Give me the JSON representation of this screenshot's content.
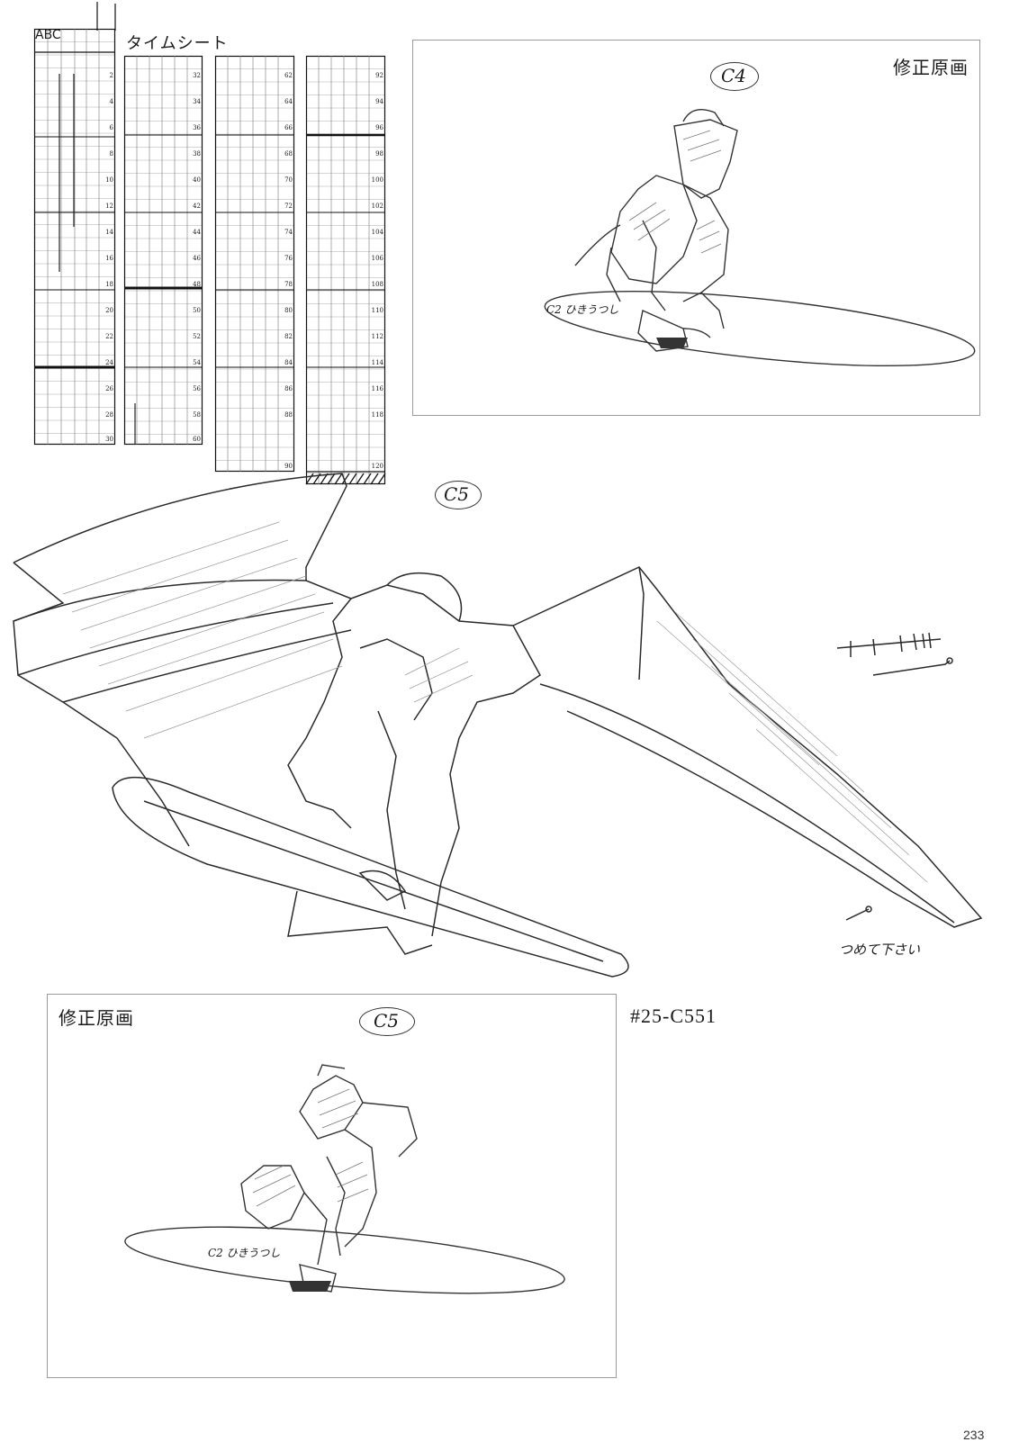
{
  "timesheet": {
    "title": "タイムシート",
    "header": "ABC",
    "column_numbers": [
      [
        "2",
        "4",
        "6",
        "8",
        "10",
        "12",
        "14",
        "16",
        "18",
        "20",
        "22",
        "24",
        "26",
        "28",
        "30"
      ],
      [
        "32",
        "34",
        "36",
        "38",
        "40",
        "42",
        "44",
        "46",
        "48",
        "50",
        "52",
        "54",
        "56",
        "58",
        "60"
      ],
      [
        "62",
        "64",
        "66",
        "68",
        "70",
        "72",
        "74",
        "76",
        "78",
        "80",
        "82",
        "84",
        "86",
        "88",
        "90"
      ],
      [
        "92",
        "94",
        "96",
        "98",
        "100",
        "102",
        "104",
        "106",
        "108",
        "110",
        "112",
        "114",
        "116",
        "118",
        "120"
      ]
    ]
  },
  "frame_top": {
    "label": "修正原画",
    "cut_note": "C4",
    "scribble": "C2 ひきうつし"
  },
  "main_drawing": {
    "cut_note": "C5",
    "instruction": "つめて下さい"
  },
  "frame_bottom": {
    "label": "修正原画",
    "cut_note": "C5",
    "scribble": "C2 ひきうつし"
  },
  "scene_code": "#25-C551",
  "page_number": "233",
  "colors": {
    "ink": "#1a1a1a",
    "frame_border": "#9a9a9a",
    "pencil": "#555555"
  }
}
